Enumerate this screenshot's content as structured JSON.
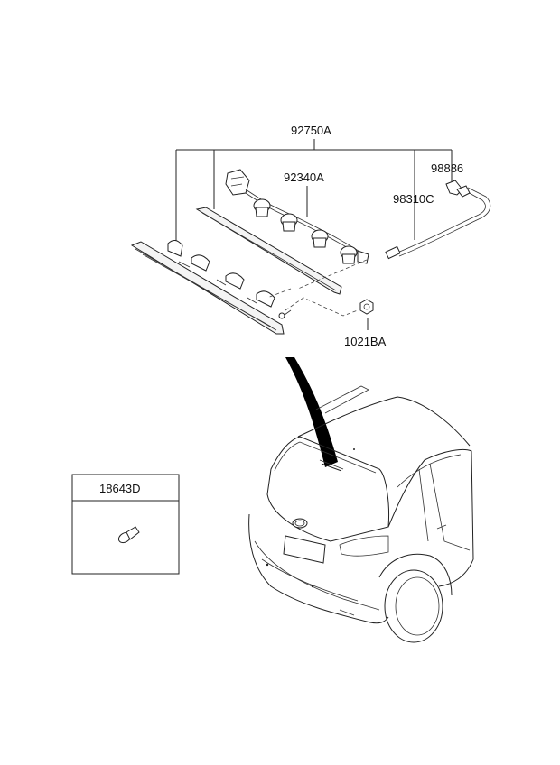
{
  "parts": {
    "p92750A": "92750A",
    "p92340A": "92340A",
    "p98886": "98886",
    "p98310C": "98310C",
    "p1021BA": "1021BA",
    "p18643D": "18643D"
  }
}
